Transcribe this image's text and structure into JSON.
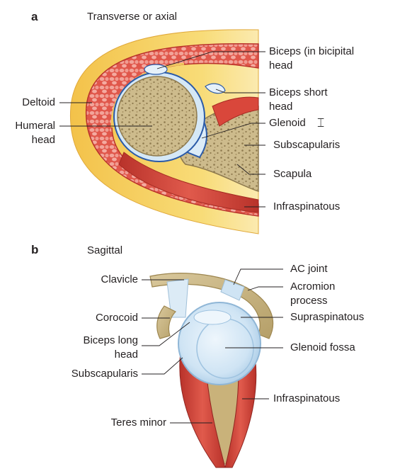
{
  "panel_a": {
    "letter": "a",
    "title": "Transverse or axial",
    "labels": {
      "biceps_bicipital_l1": "Biceps (in bicipital",
      "biceps_bicipital_l2": "head",
      "biceps_short_l1": "Biceps short",
      "biceps_short_l2": "head",
      "glenoid": "Glenoid",
      "subscapularis": "Subscapularis",
      "scapula": "Scapula",
      "infraspinatous": "Infraspinatous",
      "deltoid": "Deltoid",
      "humeral_l1": "Humeral",
      "humeral_l2": "head"
    }
  },
  "panel_b": {
    "letter": "b",
    "title": "Sagittal",
    "labels": {
      "clavicle": "Clavicle",
      "ac_joint": "AC joint",
      "acromion_l1": "Acromion",
      "acromion_l2": "process",
      "corocoid": "Corocoid",
      "supraspinatous": "Supraspinatous",
      "biceps_long_l1": "Biceps long",
      "biceps_long_l2": "head",
      "glenoid_fossa": "Glenoid fossa",
      "subscapularis": "Subscapularis",
      "infraspinatous": "Infraspinatous",
      "teres_minor": "Teres minor"
    }
  },
  "colors": {
    "fat": "#f6d66a",
    "muscle": "#d9473b",
    "muscle_cells": "#eb8a80",
    "bone": "#ccb98a",
    "cartilage": "#cfe4f4",
    "blue": "#2a5aa8",
    "tendon": "#eee6c8"
  }
}
